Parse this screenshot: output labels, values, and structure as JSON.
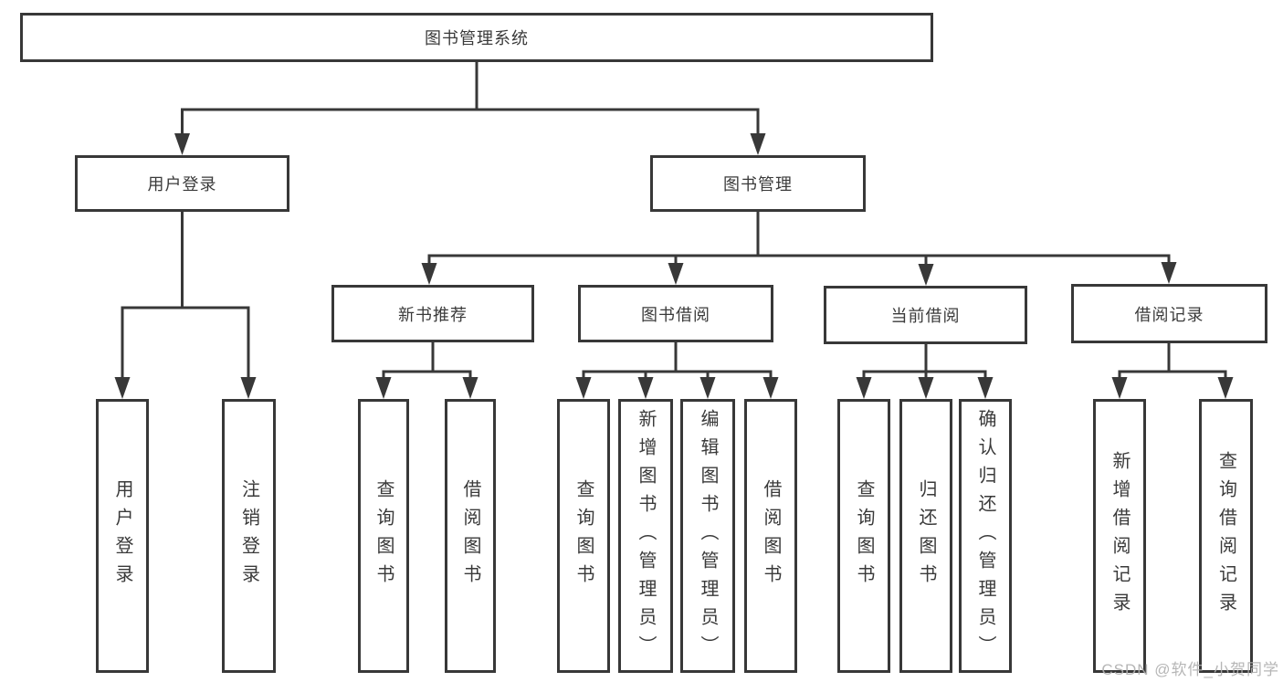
{
  "colors": {
    "line": "#383838",
    "box_border": "#383838",
    "box_background": "#ffffff",
    "text": "#3a3a3a",
    "watermark": "#b0b0b0"
  },
  "watermark": {
    "text": "CSDN @软件_小贺同学"
  },
  "tree": {
    "label": "图书管理系统",
    "children": [
      {
        "label": "用户登录",
        "children": [
          {
            "label": "用户登录"
          },
          {
            "label": "注销登录"
          }
        ]
      },
      {
        "label": "图书管理",
        "children": [
          {
            "label": "新书推荐",
            "children": [
              {
                "label": "查询图书"
              },
              {
                "label": "借阅图书"
              }
            ]
          },
          {
            "label": "图书借阅",
            "children": [
              {
                "label": "查询图书"
              },
              {
                "label": "新增图书（管理员）"
              },
              {
                "label": "编辑图书（管理员）"
              },
              {
                "label": "借阅图书"
              }
            ]
          },
          {
            "label": "当前借阅",
            "children": [
              {
                "label": "查询图书"
              },
              {
                "label": "归还图书"
              },
              {
                "label": "确认归还（管理员）"
              }
            ]
          },
          {
            "label": "借阅记录",
            "children": [
              {
                "label": "新增借阅记录"
              },
              {
                "label": "查询借阅记录"
              }
            ]
          }
        ]
      }
    ]
  }
}
